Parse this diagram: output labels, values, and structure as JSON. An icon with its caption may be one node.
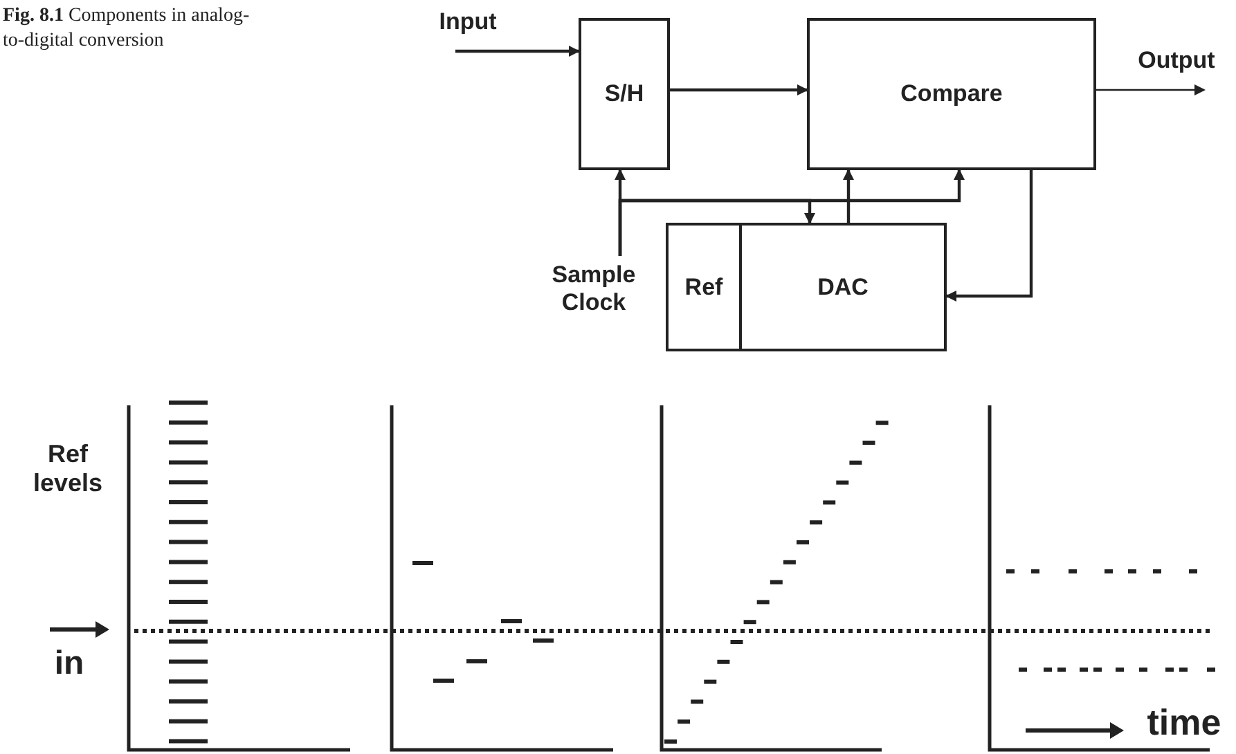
{
  "diagram": {
    "caption": "**Fig. 8.1** Components in analog-to-digital conversion",
    "nodes": [
      {
        "text": [
          "Input"
        ]
      },
      {
        "text": [
          "S/H"
        ]
      },
      {
        "text": [
          "Compare"
        ]
      },
      {
        "text": [
          "Output"
        ]
      },
      {
        "text": [
          "Sample Clock"
        ]
      },
      {
        "text": [
          "Ref"
        ]
      },
      {
        "text": [
          "DAC"
        ]
      }
    ],
    "edges": [
      {
        "from": 0,
        "to": 1,
        "arrow": "to"
      },
      {
        "from": 1,
        "to": 2,
        "arrow": "to"
      },
      {
        "from": 2,
        "to": 3,
        "arrow": "to"
      },
      {
        "from": 4,
        "to": 1,
        "arrow": "to"
      },
      {
        "from": 4,
        "to": 6,
        "arrow": "to"
      },
      {
        "from": 4,
        "to": 2,
        "arrow": "to"
      },
      {
        "from": 6,
        "to": 2,
        "arrow": "to"
      },
      {
        "from": 2,
        "to": 6,
        "arrow": "to"
      }
    ],
    "labels": [
      "Ref levels",
      "in",
      "time"
    ]
  }
}
